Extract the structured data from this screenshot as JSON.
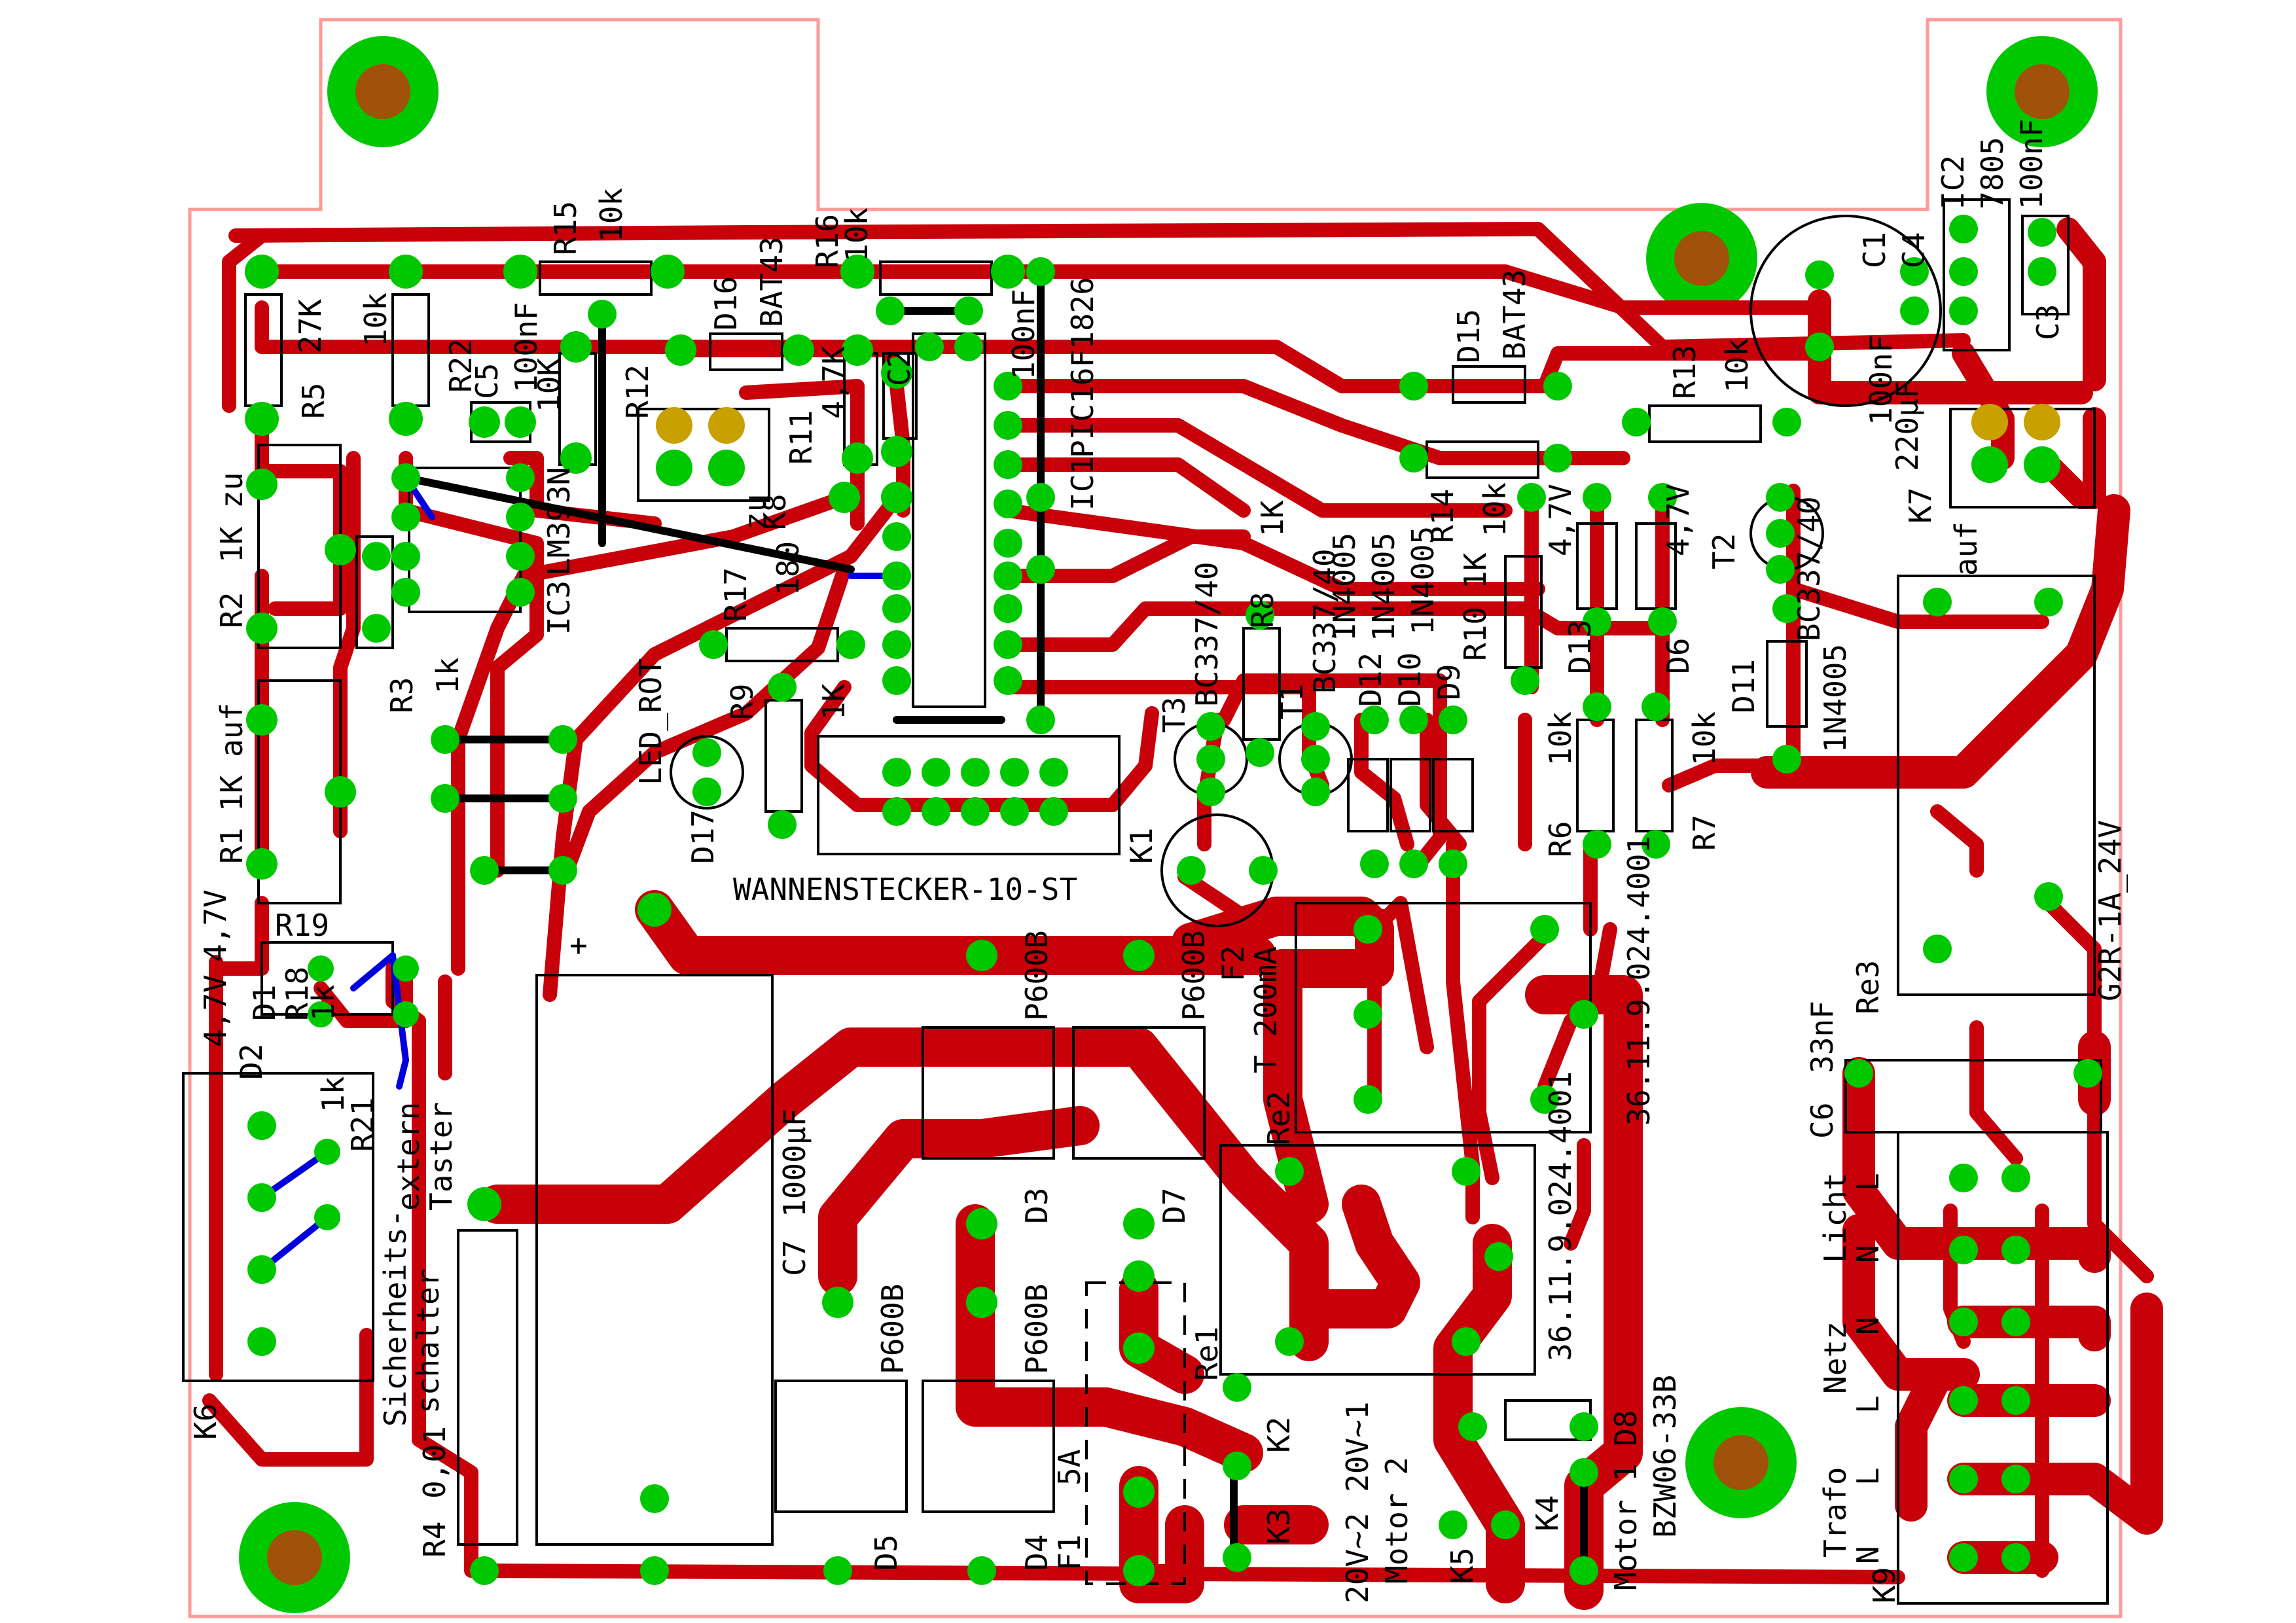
{
  "colors": {
    "copper": "#c8000a",
    "pad": "#00c800",
    "drill": "#c8a000",
    "outline": "#ff9a9a",
    "silkscreen": "#000000",
    "jumper_blue": "#0000dd"
  },
  "labels": {
    "r15": "R15",
    "r15_val": "10k",
    "r16": "R16",
    "r16_val": "10k",
    "d16": "D16",
    "d16_val": "BAT43",
    "r5": "R5",
    "r5_val": "27K",
    "r22": "R22",
    "r22_val": "10k",
    "c5": "C5",
    "c5_val": "100nF",
    "r12": "R12",
    "r12_val": "10K",
    "r11": "R11",
    "r11_val": "4,7K",
    "c2": "C2",
    "c2_val": "100nF",
    "ic1": "IC1",
    "ic1_val": "PIC16F1826",
    "ic2": "IC2",
    "ic2_val": "7805",
    "c1": "C1",
    "c1_val": "220µF",
    "c4": "C4",
    "c4_val": "100nF",
    "c3": "C3",
    "c3_val": "100nF",
    "d15": "D15",
    "d15_val": "BAT43",
    "r13": "R13",
    "r13_val": "10k",
    "r14": "R14",
    "r14_val": "10k",
    "k7": "K7",
    "k7_val": "auf",
    "k8": "K8",
    "k8_val": "zu",
    "r2": "R2",
    "r2_val": "1K zu",
    "r3": "R3",
    "r3_val": "1k",
    "r1": "R1",
    "r1_val": "1K auf",
    "ic3": "IC3",
    "ic3_val": "LM393N",
    "r17": "R17",
    "r17_val": "180",
    "r9": "R9",
    "r9_val": "1K",
    "led": "LED_ROT",
    "d17": "D17",
    "k1": "K1",
    "k1_val": "WANNENSTECKER-10-ST",
    "t3": "T3",
    "t3_val": "BC337/40",
    "r8": "R8",
    "r8_val": "1K",
    "t1": "T1",
    "t1_val": "BC337/40",
    "d12": "D12",
    "d12_val": "1N4005",
    "d10": "D10",
    "d10_val": "1N4005",
    "d9": "D9",
    "d9_val": "1N4005",
    "r10": "R10",
    "r10_val": "1K",
    "d13": "D13",
    "d13_val": "4,7V",
    "d6": "D6",
    "d6_val": "4,7V",
    "t2": "T2",
    "t2_val": "BC337/40",
    "d11": "D11",
    "d11_val": "1N4005",
    "r6": "R6",
    "r6_val": "10k",
    "r7": "R7",
    "r7_val": "10k",
    "re3": "Re3",
    "re3_val": "G2R-1A_24V",
    "c6": "C6",
    "c6_val": "33nF",
    "r19": "R19",
    "d1": "D1",
    "d2": "D2",
    "d2_val": "4,7V",
    "d1_val": "4,7V",
    "r18": "R18",
    "r18_val": "1k",
    "r4": "R4",
    "r4_val": "0,01",
    "r21": "R21",
    "r21_val": "1k",
    "k6": "K6",
    "k6_taster": "Taster",
    "k6_extern": "extern",
    "safety_1": "Sicherheits-",
    "safety_2": "schalter",
    "c7": "C7",
    "c7_val": "1000µF",
    "d3": "D3",
    "d3_val": "P600B",
    "d7": "D7",
    "d7_val": "P600B",
    "d5": "D5",
    "d5_val": "P600B",
    "d4": "D4",
    "d4_val": "P600B",
    "f2": "F2",
    "f2_val": "T 200mA",
    "re2": "Re2",
    "re2_val": "36.11.9.024.4001",
    "re1": "Re1",
    "re1_val": "36.11.9.024.4001",
    "f1": "F1",
    "f1_val": "5A",
    "k2": "K2",
    "k3": "K3",
    "k5": "K5",
    "k4": "K4",
    "d8": "D8",
    "d8_val": "BZW06-33B",
    "motor2_a": "20V~2",
    "motor2_b": "20V~1",
    "motor2": "Motor 2",
    "motor1": "Motor 1",
    "licht": "Licht",
    "netz": "Netz",
    "trafo": "Trafo",
    "k9": "K9",
    "n": "N",
    "l": "L",
    "plus": "+"
  }
}
